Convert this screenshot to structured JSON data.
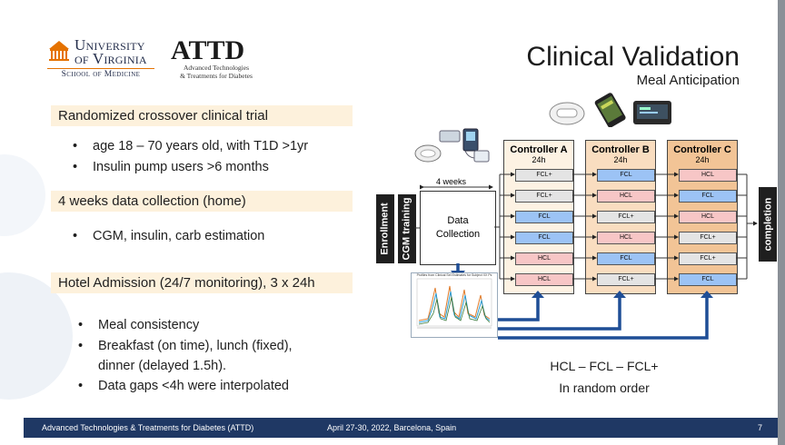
{
  "logos": {
    "uva_line1": "University",
    "uva_line2": "of Virginia",
    "uva_school": "School of Medicine",
    "attd_word": "ATTD",
    "attd_sub1": "Advanced Technologies",
    "attd_sub2": "& Treatments for Diabetes"
  },
  "title": "Clinical Validation",
  "subtitle": "Meal Anticipation",
  "sections": [
    {
      "header": "Randomized crossover clinical trial",
      "bullets": [
        "age 18 – 70 years old, with T1D >1yr",
        "Insulin pump users >6 months"
      ]
    },
    {
      "header": "4 weeks data collection (home)",
      "bullets": [
        "CGM, insulin, carb estimation"
      ]
    },
    {
      "header": "Hotel Admission (24/7 monitoring), 3 x 24h",
      "bullets": [
        "Meal consistency",
        "Breakfast (on time), lunch (fixed),",
        "dinner (delayed 1.5h).",
        "Data gaps <4h were interpolated"
      ]
    }
  ],
  "diagram": {
    "enrollment": "Enrollment",
    "cgm_training": "CGM training",
    "weeks_label": "4 weeks",
    "data_collection_1": "Data",
    "data_collection_2": "Collection",
    "completion": "completion",
    "controllers": [
      {
        "name": "Controller A",
        "duration": "24h",
        "cells": [
          "FCL+",
          "FCL+",
          "FCL",
          "FCL",
          "HCL",
          "HCL"
        ]
      },
      {
        "name": "Controller B",
        "duration": "24h",
        "cells": [
          "FCL",
          "HCL",
          "FCL+",
          "HCL",
          "FCL",
          "FCL+"
        ]
      },
      {
        "name": "Controller C",
        "duration": "24h",
        "cells": [
          "HCL",
          "FCL",
          "HCL",
          "FCL+",
          "FCL+",
          "FCL"
        ]
      }
    ],
    "thumbnail_title": "Profiles from Clinical Set Estimates for Subject XX Ps"
  },
  "summary_line1": "HCL – FCL – FCL+",
  "summary_line2": "In random order",
  "footer": {
    "left": "Advanced Technologies & Treatments for Diabetes (ATTD)",
    "center": "April 27-30, 2022, Barcelona, Spain",
    "page": "7"
  },
  "colors": {
    "fcl": "#9cc3f5",
    "hcl": "#f7c6c6",
    "fclp": "#e4e4e4",
    "arrow": "#1f4e96",
    "footer": "#1f3864"
  }
}
